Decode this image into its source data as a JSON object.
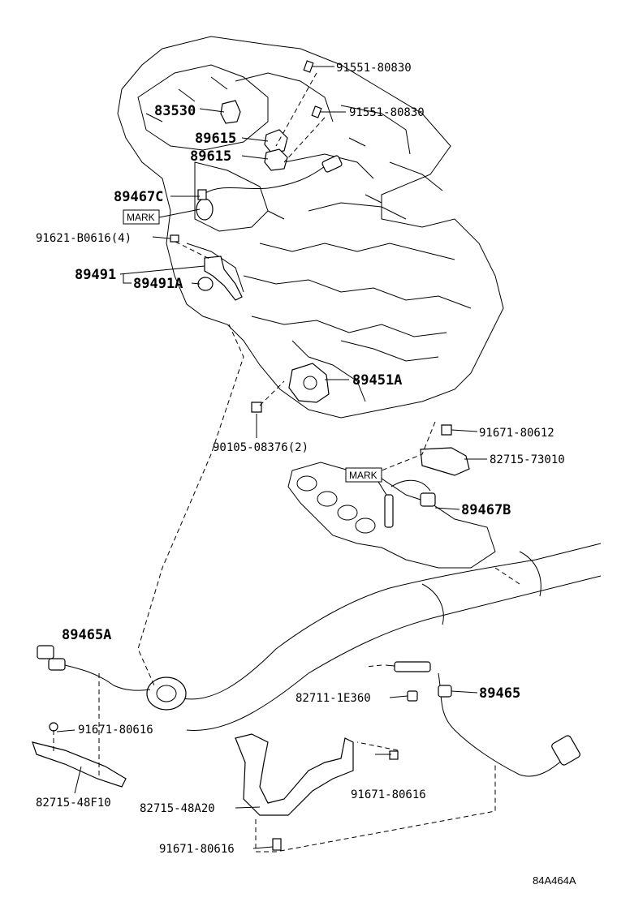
{
  "parts": {
    "p91551_80830_a": "91551-80830",
    "p91551_80830_b": "91551-80830",
    "p83530": "83530",
    "p89615_a": "89615",
    "p89615_b": "89615",
    "p89467C": "89467C",
    "mark_top": "MARK",
    "p91621_B0616": "91621-B0616(4)",
    "p89491": "89491",
    "p89491A": "89491A",
    "p89451A": "89451A",
    "p90105_08376": "90105-08376(2)",
    "p91671_80612": "91671-80612",
    "p82715_73010": "82715-73010",
    "mark_mid": "MARK",
    "p89467B": "89467B",
    "p89465A": "89465A",
    "p82711_1E360": "82711-1E360",
    "p89465": "89465",
    "p91671_80616_a": "91671-80616",
    "p82715_48F10": "82715-48F10",
    "p91671_80616_b": "91671-80616",
    "p82715_48A20": "82715-48A20",
    "p91671_80616_c": "91671-80616"
  },
  "figure_code": "84A464A"
}
